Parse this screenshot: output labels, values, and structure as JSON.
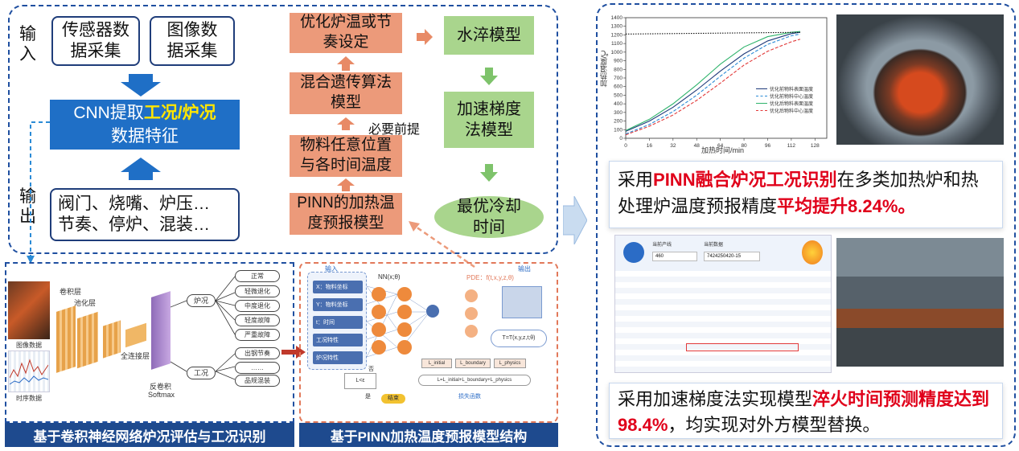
{
  "left": {
    "input_label": "输入",
    "output_label": "输出",
    "sensor_box": "传感器数据采集",
    "image_box": "图像数据采集",
    "cnn_prefix": "CNN提取",
    "cnn_highlight": "工况/炉况",
    "cnn_suffix": "数据特征",
    "output_line1": "阀门、烧嘴、炉压…",
    "output_line2": "节奏、停炉、混装…"
  },
  "middle": {
    "optimize": "优化炉温或节奏设定",
    "genetic": "混合遗传算法模型",
    "position_temp": "物料任意位置与各时间温度",
    "pinn_model": "PINN的加热温度预报模型",
    "prerequisite": "必要前提",
    "water_quench": "水淬模型",
    "gradient": "加速梯度法模型",
    "optimal_cooling": "最优冷却时间"
  },
  "cnn_diagram": {
    "conv_layer": "卷积层",
    "pool_layer": "池化层",
    "fc_layer": "全连接层",
    "deconv": "反卷积",
    "softmax": "Softmax",
    "image_data": "图像数据",
    "time_series": "时序数据",
    "furnace_status": "炉况",
    "work_status": "工况",
    "furnace_items": [
      "正常",
      "轻微退化",
      "中度退化",
      "轻度故障",
      "严重故障"
    ],
    "work_items": [
      "出钢节奏",
      "……",
      "品规混装"
    ],
    "caption": "基于卷积神经网络炉况评估与工况识别"
  },
  "pinn_diagram": {
    "input": "输入",
    "nn": "NN(x;θ)",
    "pde": "PDE：f(t,x,y,z,θ)",
    "output": "输出",
    "inputs": [
      "X：物料坐标",
      "Y：物料坐标",
      "t：时间",
      "工况特性",
      "炉况特性"
    ],
    "out_formula": "T=T(x,y,z,t;θ)",
    "loss_initial": "L_initial",
    "loss_boundary": "L_boundary",
    "loss_physics": "L_physics",
    "loss_total": "L=L_initial+L_boundary+L_physics",
    "cond": "L<ε",
    "no": "否",
    "yes": "是",
    "done": "结束",
    "loss_func": "损失函数",
    "caption": "基于PINN加热温度预报模型结构"
  },
  "chart_data": {
    "type": "line",
    "xlabel": "加热时间/min",
    "ylabel": "加热温度/℃",
    "xlim": [
      0,
      136
    ],
    "ylim": [
      0,
      1400
    ],
    "xticks": [
      0,
      16,
      32,
      48,
      64,
      80,
      96,
      112,
      128
    ],
    "yticks": [
      0,
      100,
      200,
      300,
      400,
      500,
      600,
      700,
      800,
      900,
      1000,
      1100,
      1200,
      1300,
      1400
    ],
    "grid": false,
    "legend": "right",
    "series": [
      {
        "name": "优化前物料表面温度",
        "color": "#1f3a7a",
        "dash": "solid",
        "x": [
          0,
          16,
          32,
          48,
          64,
          80,
          96,
          112,
          118
        ],
        "y": [
          80,
          200,
          360,
          560,
          780,
          980,
          1130,
          1215,
          1230
        ]
      },
      {
        "name": "优化前物料中心温度",
        "color": "#2b8bd6",
        "dash": "dashed",
        "x": [
          0,
          16,
          32,
          48,
          64,
          80,
          96,
          112,
          118
        ],
        "y": [
          50,
          160,
          310,
          500,
          720,
          930,
          1090,
          1190,
          1210
        ]
      },
      {
        "name": "优化后物料表面温度",
        "color": "#2eb36b",
        "dash": "solid",
        "x": [
          0,
          16,
          32,
          48,
          64,
          80,
          96,
          112,
          118
        ],
        "y": [
          90,
          220,
          400,
          620,
          860,
          1060,
          1180,
          1230,
          1240
        ]
      },
      {
        "name": "优化后物料中心温度",
        "color": "#e23a3a",
        "dash": "dashed",
        "x": [
          0,
          16,
          32,
          48,
          64,
          80,
          96,
          112,
          118
        ],
        "y": [
          40,
          140,
          270,
          440,
          640,
          850,
          1010,
          1120,
          1150
        ]
      },
      {
        "name": "",
        "color": "#111111",
        "dash": "dotted",
        "x": [
          0,
          118
        ],
        "y": [
          1210,
          1230
        ]
      }
    ]
  },
  "right": {
    "text1_a": "采用",
    "text1_b": "PINN融合炉况工况识别",
    "text1_c": "在多类加热炉和热处理炉温度预报精度",
    "text1_d": "平均提升8.24%。",
    "text2_a": "采用加速梯度法实现模型",
    "text2_b": "淬火时间预测精度达到98.4%",
    "text2_c": "，均实现对外方模型替换。",
    "table_label1": "当前产线",
    "table_label2": "当前数据",
    "table_val1": "460",
    "table_val2": "7424250420-15"
  }
}
